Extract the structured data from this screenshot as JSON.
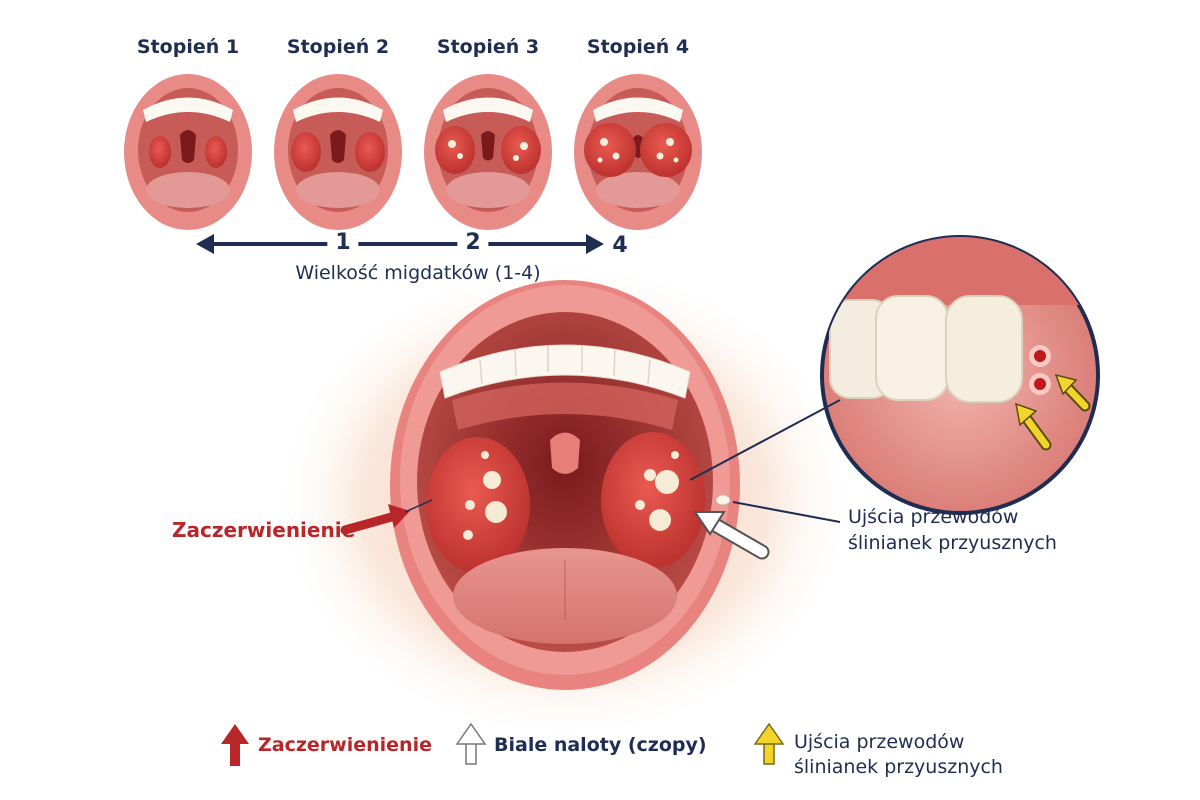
{
  "stages": {
    "items": [
      {
        "label": "Stopień 1",
        "tonsil_size": 1
      },
      {
        "label": "Stopień 2",
        "tonsil_size": 2
      },
      {
        "label": "Stopień 3",
        "tonsil_size": 3
      },
      {
        "label": "Stopień 4",
        "tonsil_size": 4
      }
    ]
  },
  "scale": {
    "numbers": [
      "1",
      "2",
      "4"
    ],
    "caption": "Wielkość migdatków (1-4)"
  },
  "callouts": {
    "redness": "Zaczerwienienie",
    "ducts_line1": "Ujścia przewodów",
    "ducts_line2": "ślinianek przyusznych"
  },
  "legend": {
    "red_label": "Zaczerwienienie",
    "white_label": "Biale naloty (czopy)",
    "yellow_line1": "Ujścia przewodów",
    "yellow_line2": "ślinianek przyusznych"
  },
  "colors": {
    "navy": "#1f2d52",
    "red": "#b8262a",
    "yellow": "#f2d42a",
    "lip": "#e88a86",
    "tonsil": "#d8433e"
  },
  "icons": {
    "red": "arrow-up-red-icon",
    "white": "arrow-up-white-icon",
    "yellow": "arrow-up-yellow-icon"
  }
}
